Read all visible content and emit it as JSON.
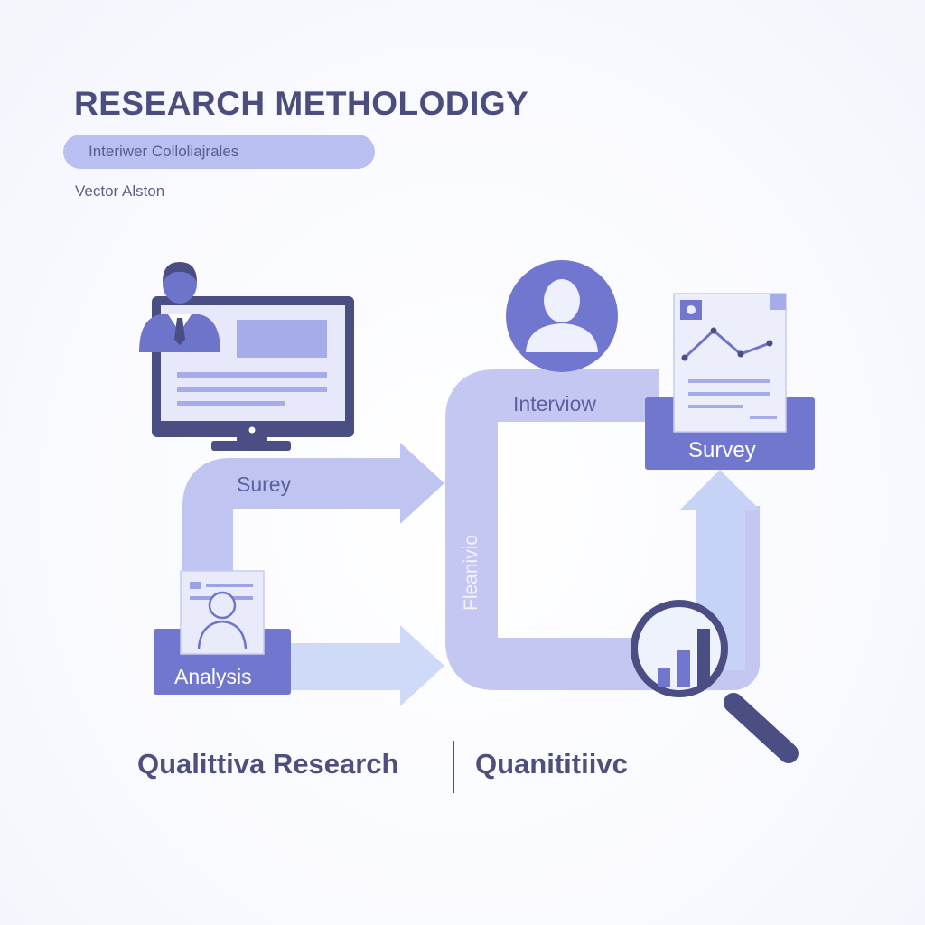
{
  "header": {
    "title": "RESEARCH METHOLODIGY",
    "subtitle": "Interiwer Colloliajrales",
    "author": "Vector Alston"
  },
  "diagram": {
    "survey_arrow_label": "Surey",
    "interview_label": "Interviow",
    "survey_box_label": "Survey",
    "analysis_box_label": "Analysis",
    "vertical_label": "Fleanivio"
  },
  "footer": {
    "left_label": "Qualittiva Research",
    "right_label": "Quanititiivc"
  },
  "colors": {
    "navy": "#4a4e82",
    "accent": "#7177cf",
    "light_accent": "#b9bdee",
    "pale_accent": "#dde0f8"
  }
}
